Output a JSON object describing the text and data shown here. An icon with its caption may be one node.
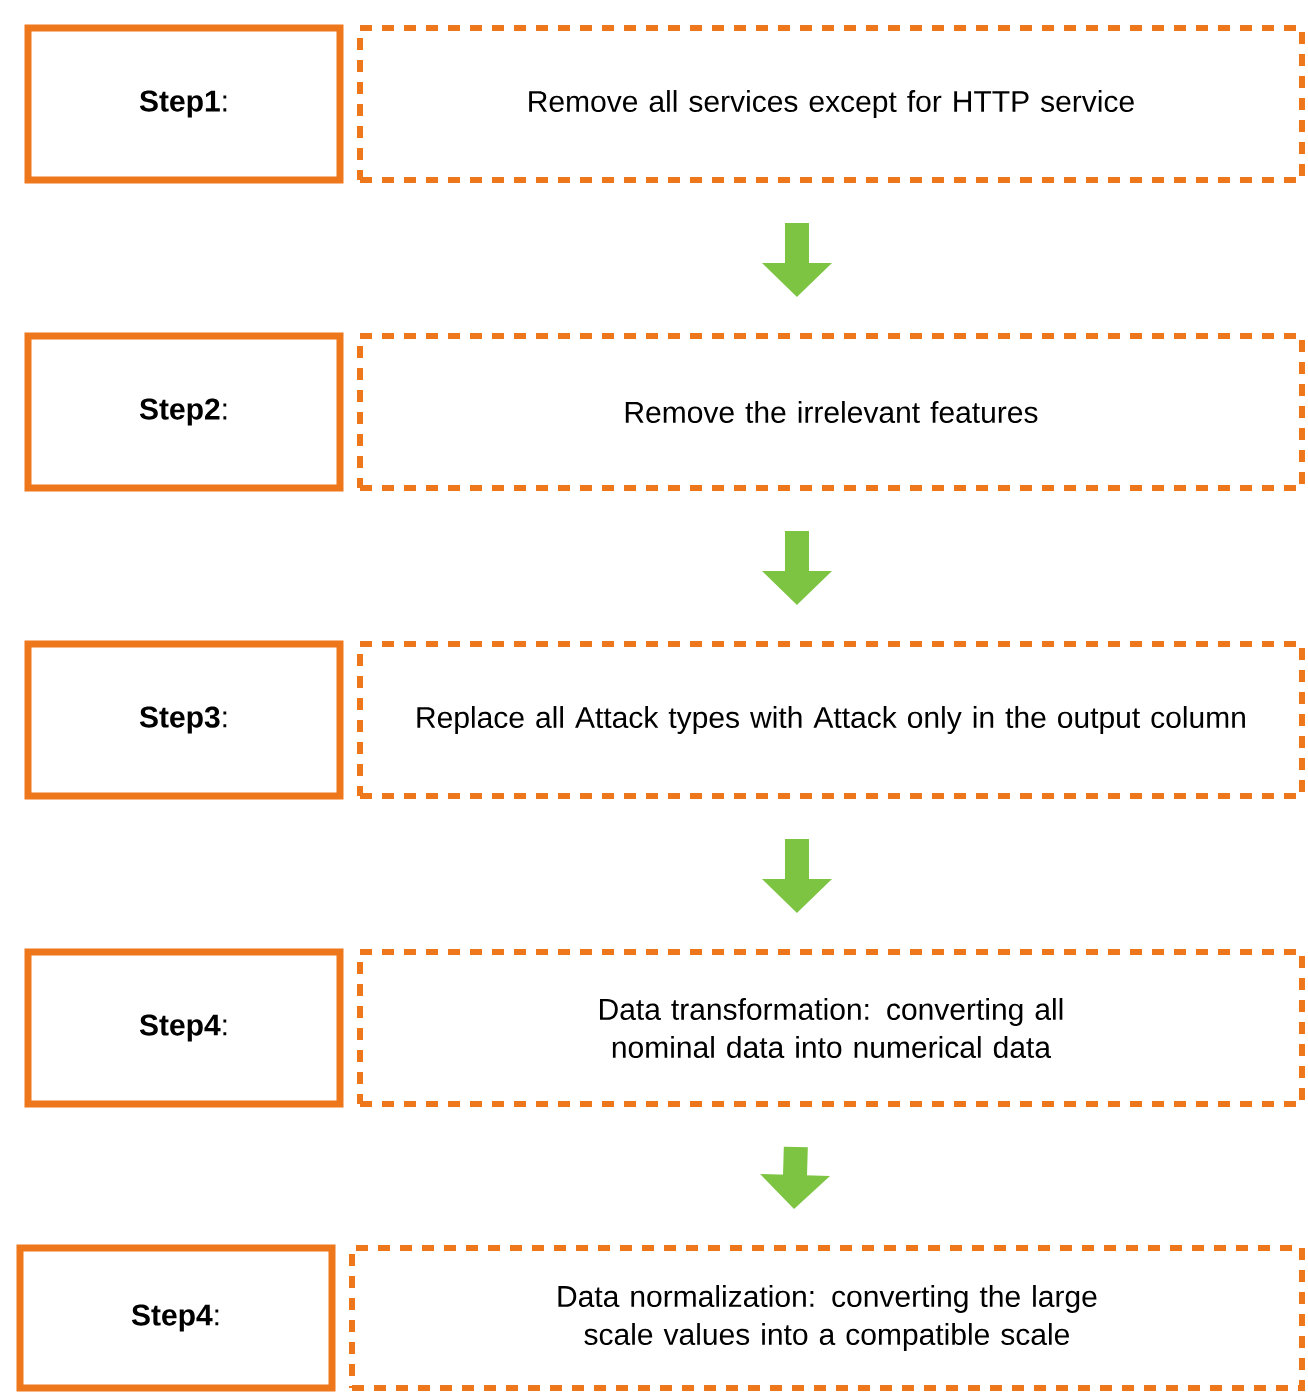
{
  "diagram": {
    "nodes": [
      {
        "text": [
          "**Step1**:"
        ]
      },
      {
        "text": [
          "Remove all services except for HTTP service"
        ]
      },
      {
        "text": [
          "**Step2**:"
        ]
      },
      {
        "text": [
          "Remove the irrelevant features"
        ]
      },
      {
        "text": [
          "**Step3**:"
        ]
      },
      {
        "text": [
          "Replace all Attack types with Attack only in the output column"
        ]
      },
      {
        "text": [
          "**Step4**:"
        ]
      },
      {
        "text": [
          "Data transformation: converting all nominal data into numerical data"
        ]
      },
      {
        "text": [
          "**Step4**:"
        ]
      },
      {
        "text": [
          "Data normalization: converting the large scale values into a compatible scale"
        ]
      }
    ],
    "edges": [
      {
        "from": 1,
        "to": 3,
        "arrow": "to"
      },
      {
        "from": 3,
        "to": 5,
        "arrow": "to"
      },
      {
        "from": 5,
        "to": 7,
        "arrow": "to"
      },
      {
        "from": 7,
        "to": 9,
        "arrow": "to"
      }
    ]
  }
}
